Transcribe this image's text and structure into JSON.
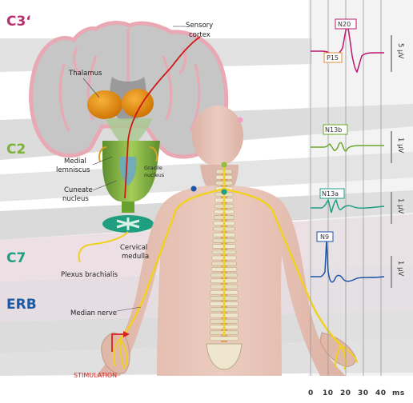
{
  "levels": {
    "c3": {
      "label": "C3‘",
      "color": "#b4306e"
    },
    "c2": {
      "label": "C2",
      "color": "#7ab23a"
    },
    "c7": {
      "label": "C7",
      "color": "#1f9e80"
    },
    "erb": {
      "label": "ERB",
      "color": "#1d5aa6"
    }
  },
  "anatomy": {
    "sensory_cortex": [
      "Sensory",
      "cortex"
    ],
    "thalamus": "Thalamus",
    "medial_lemniscus": [
      "Medial",
      "lemniscus"
    ],
    "gracile_nucleus": [
      "Gracile",
      "nucleus"
    ],
    "cuneate_nucleus": [
      "Cuneate",
      "nucleus"
    ],
    "cervical_medulla": [
      "Cervical",
      "medulla"
    ],
    "plexus_brachialis": "Plexus brachialis",
    "median_nerve": "Median nerve",
    "stimulation": "STIMULATION"
  },
  "traces": {
    "c3": {
      "peaks": [
        "N20",
        "P15"
      ],
      "scale": "5 µV",
      "color": "#c0156e"
    },
    "c2": {
      "peaks": [
        "N13b"
      ],
      "scale": "1 µV",
      "color": "#6aa82d"
    },
    "c7": {
      "peaks": [
        "N13a"
      ],
      "scale": "1 µV",
      "color": "#1f9e80"
    },
    "erb": {
      "peaks": [
        "N9"
      ],
      "scale": "1 µV",
      "color": "#1d55a8"
    }
  },
  "time_axis": {
    "ticks": [
      "0",
      "10",
      "20",
      "30",
      "40"
    ],
    "unit": "ms"
  },
  "colors": {
    "band": "#dcdcdc",
    "skin": "#e6c2b6",
    "nerve": "#f0d020",
    "stimulation": "#d62222"
  }
}
